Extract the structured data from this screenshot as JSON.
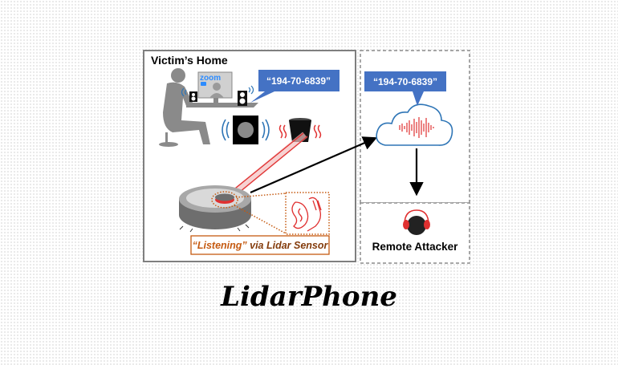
{
  "home_label": "Victim’s Home",
  "speech_left": "“194-70-6839”",
  "speech_right": "“194-70-6839”",
  "monitor_logo": "zoom",
  "listening_prefix": "“Listening”",
  "listening_suffix": " via Lidar Sensor",
  "attacker_label": "Remote Attacker",
  "title": "LidarPhone",
  "colors": {
    "bubble": "#4472c4",
    "laser": "#e03030",
    "orange": "#c55a11",
    "cloud": "#2e75b6"
  }
}
